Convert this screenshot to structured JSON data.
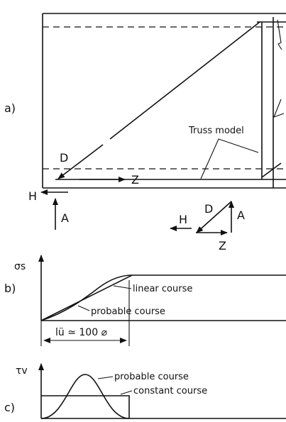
{
  "panel_a": {
    "panel_label": "a)",
    "label_D": "D",
    "label_Z": "Z",
    "label_H": "H",
    "label_A": "A",
    "truss_label": "Truss model",
    "polygon_H": "H",
    "polygon_D": "D",
    "polygon_A": "A",
    "polygon_Z": "Z"
  },
  "panel_b": {
    "panel_label": "b)",
    "axis_label": "σs",
    "linear_label": "linear course",
    "probable_label": "probable course",
    "length_label": "lü ≃ 100 ⌀"
  },
  "panel_c": {
    "panel_label": "c)",
    "axis_label": "τv",
    "probable_label": "probable course",
    "constant_label": "constant course"
  }
}
